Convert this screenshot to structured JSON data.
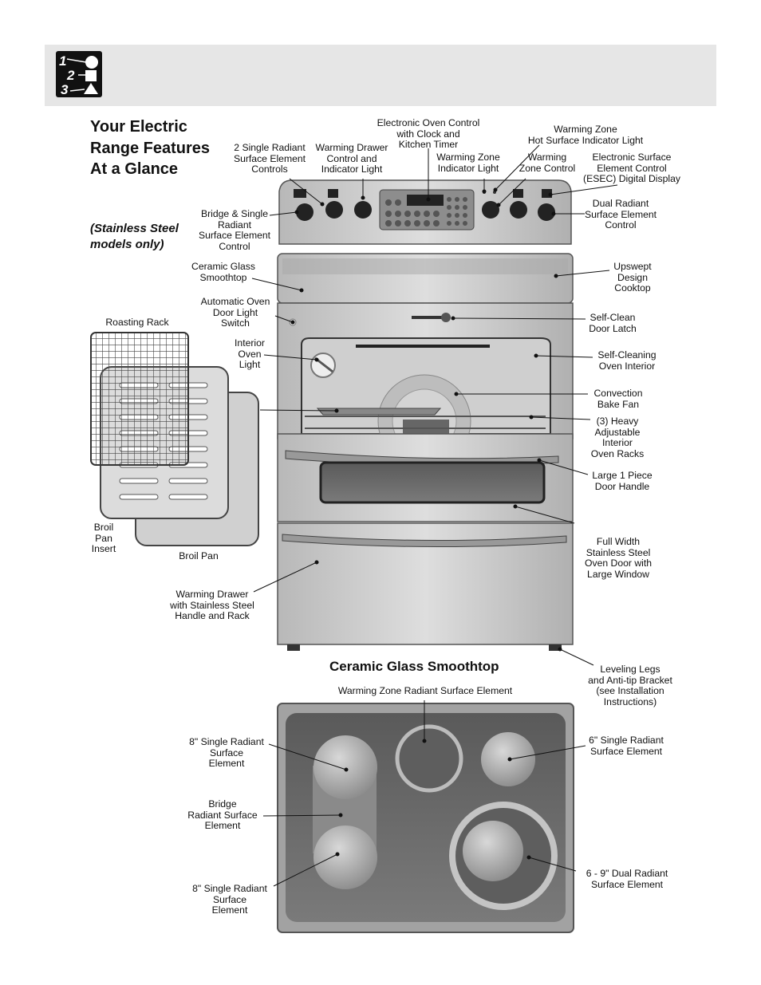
{
  "header": {
    "logo_icon": "steps-123-icon"
  },
  "title": "Your Electric Range Features At a Glance",
  "subtitle": "(Stainless Steel models only)",
  "section_title": "Ceramic Glass Smoothtop",
  "labels": {
    "oven_control": "Electronic Oven Control\nwith Clock and\nKitchen Timer",
    "hot_surface": "Warming Zone\nHot Surface Indicator Light",
    "two_single": "2 Single Radiant\nSurface Element\nControls",
    "drawer_control": "Warming Drawer\nControl and\nIndicator Light",
    "wz_indicator": "Warming Zone\nIndicator Light",
    "wz_control": "Warming\nZone Control",
    "esec": "Electronic Surface\nElement Control\n(ESEC) Digital Display",
    "bridge_single": "Bridge & Single\nRadiant\nSurface Element\nControl",
    "dual_control": "Dual Radiant\nSurface Element\nControl",
    "ceramic_glass": "Ceramic Glass\nSmoothtop",
    "upswept": "Upswept\nDesign\nCooktop",
    "door_light": "Automatic Oven\nDoor Light\nSwitch",
    "roasting_rack": "Roasting Rack",
    "door_latch": "Self-Clean\nDoor Latch",
    "interior_light": "Interior\nOven\nLight",
    "self_cleaning": "Self-Cleaning\nOven Interior",
    "convection": "Convection\nBake Fan",
    "racks": "(3) Heavy\nAdjustable\nInterior\nOven Racks",
    "handle": "Large 1 Piece\nDoor Handle",
    "broil_insert": "Broil\nPan\nInsert",
    "broil_pan": "Broil Pan",
    "oven_door": "Full Width\nStainless Steel\nOven Door with\nLarge Window",
    "warming_drawer": "Warming Drawer\nwith Stainless Steel\nHandle and Rack",
    "leveling": "Leveling Legs\nand Anti-tip Bracket\n(see Installation\nInstructions)",
    "wz_element": "Warming Zone Radiant Surface Element",
    "single8_top": "8\" Single Radiant\nSurface\nElement",
    "single6": "6\" Single Radiant\nSurface Element",
    "bridge_element": "Bridge\nRadiant Surface\nElement",
    "dual_element": "6 - 9\" Dual Radiant\nSurface Element",
    "single8_bottom": "8\" Single Radiant\nSurface\nElement"
  },
  "colors": {
    "banner": "#e6e6e6",
    "steel": "#c9c9c9",
    "glass": "#6b6b6b",
    "cooktop_frame": "#9a9a9a"
  }
}
